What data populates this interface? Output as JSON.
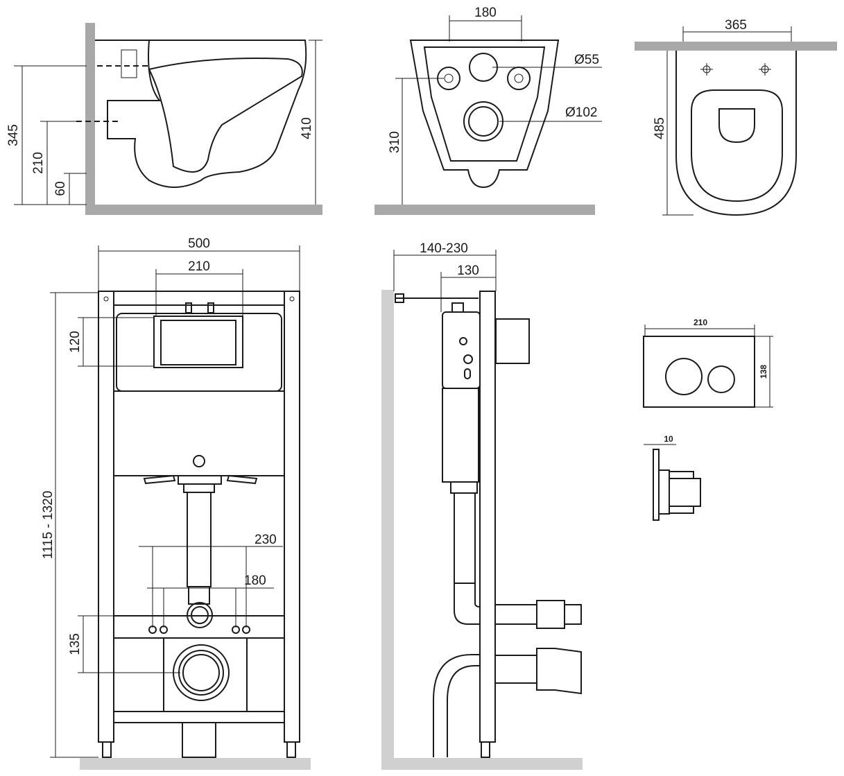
{
  "side_view": {
    "dim_345": "345",
    "dim_210": "210",
    "dim_60": "60",
    "dim_410": "410"
  },
  "front_bowl": {
    "dim_180": "180",
    "dim_d55": "Ø55",
    "dim_d102": "Ø102",
    "dim_310": "310"
  },
  "top_view": {
    "dim_365": "365",
    "dim_485": "485"
  },
  "frame_front": {
    "dim_500": "500",
    "dim_210": "210",
    "dim_120": "120",
    "dim_height": "1115 - 1320",
    "dim_230": "230",
    "dim_180": "180",
    "dim_135": "135"
  },
  "frame_side": {
    "dim_depth": "140-230",
    "dim_130": "130"
  },
  "flush_plate": {
    "dim_width": "210",
    "dim_height": "138",
    "dim_thickness": "10"
  }
}
